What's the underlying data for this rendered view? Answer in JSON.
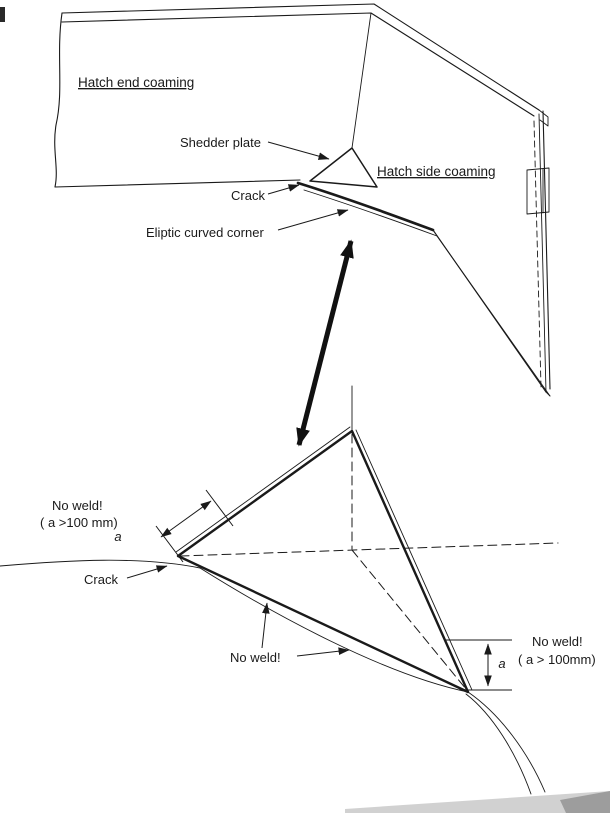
{
  "diagram": {
    "top": {
      "hatch_end_coaming": "Hatch end coaming",
      "shedder_plate": "Shedder plate",
      "hatch_side_coaming": "Hatch side coaming",
      "crack": "Crack",
      "eliptic_curved_corner": "Eliptic curved corner"
    },
    "detail": {
      "no_weld_left_line1": "No weld!",
      "no_weld_left_line2": "( a >100 mm)",
      "dim_a_left": "a",
      "crack": "Crack",
      "no_weld_bottom": "No weld!",
      "dim_a_right": "a",
      "no_weld_right_line1": "No weld!",
      "no_weld_right_line2": "( a > 100mm)"
    },
    "colors": {
      "line": "#1a1a1a",
      "background": "#ffffff"
    }
  }
}
